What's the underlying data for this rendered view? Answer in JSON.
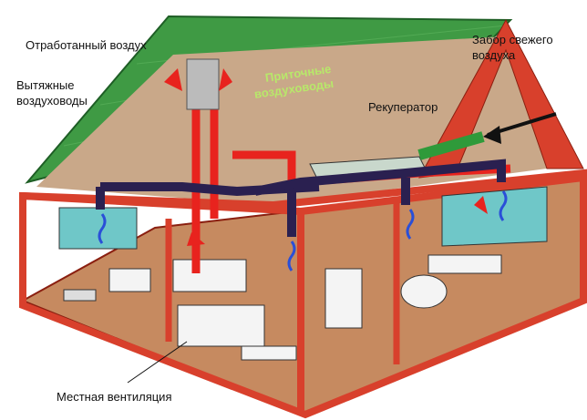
{
  "labels": {
    "exhaust_air": "Отработанный воздух",
    "exhaust_ducts_1": "Вытяжные",
    "exhaust_ducts_2": "воздуховоды",
    "supply_ducts_1": "Приточные",
    "supply_ducts_2": "воздуховоды",
    "recuperator": "Рекуператор",
    "fresh_intake_1": "Забор свежего",
    "fresh_intake_2": "воздуха",
    "local_ventilation": "Местная вентиляция"
  },
  "colors": {
    "roof": "#3f9a44",
    "wall": "#d8402c",
    "exhaust_duct": "#e8231e",
    "supply_duct": "#2a2050",
    "intake_duct": "#2f9a3a",
    "airflow_arrow": "#2a4fd8",
    "window": "#6fc7c8"
  }
}
